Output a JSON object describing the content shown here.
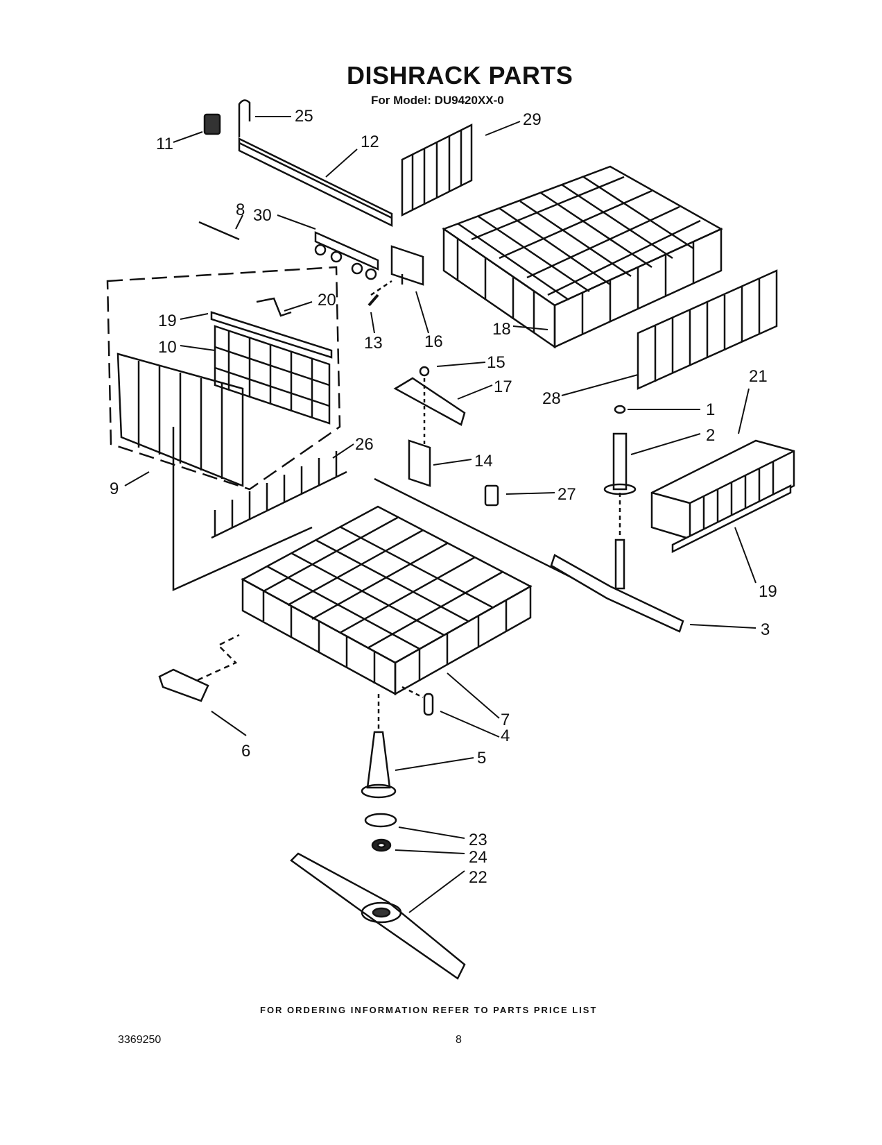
{
  "title": "DISHRACK PARTS",
  "subtitle": "For Model: DU9420XX-0",
  "footer_note": "FOR ORDERING INFORMATION REFER TO PARTS PRICE LIST",
  "doc_number": "3369250",
  "page_number": "8",
  "callouts": [
    {
      "id": "1",
      "label": "1"
    },
    {
      "id": "2",
      "label": "2"
    },
    {
      "id": "3",
      "label": "3"
    },
    {
      "id": "4",
      "label": "4"
    },
    {
      "id": "5",
      "label": "5"
    },
    {
      "id": "6",
      "label": "6"
    },
    {
      "id": "7",
      "label": "7"
    },
    {
      "id": "8",
      "label": "8"
    },
    {
      "id": "9",
      "label": "9"
    },
    {
      "id": "10",
      "label": "10"
    },
    {
      "id": "11",
      "label": "11"
    },
    {
      "id": "12",
      "label": "12"
    },
    {
      "id": "13",
      "label": "13"
    },
    {
      "id": "14",
      "label": "14"
    },
    {
      "id": "15",
      "label": "15"
    },
    {
      "id": "16",
      "label": "16"
    },
    {
      "id": "17",
      "label": "17"
    },
    {
      "id": "18",
      "label": "18"
    },
    {
      "id": "19a",
      "label": "19"
    },
    {
      "id": "19b",
      "label": "19"
    },
    {
      "id": "20",
      "label": "20"
    },
    {
      "id": "21",
      "label": "21"
    },
    {
      "id": "22",
      "label": "22"
    },
    {
      "id": "23",
      "label": "23"
    },
    {
      "id": "24",
      "label": "24"
    },
    {
      "id": "25",
      "label": "25"
    },
    {
      "id": "26",
      "label": "26"
    },
    {
      "id": "27",
      "label": "27"
    },
    {
      "id": "28",
      "label": "28"
    },
    {
      "id": "29",
      "label": "29"
    },
    {
      "id": "30",
      "label": "30"
    }
  ]
}
